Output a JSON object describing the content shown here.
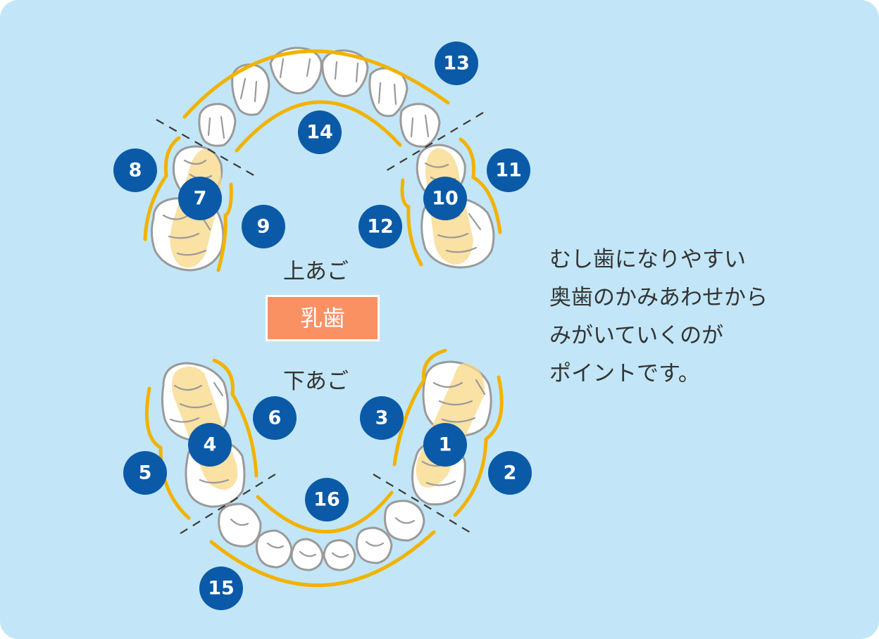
{
  "labels": {
    "upper_jaw": "上あご",
    "lower_jaw": "下あご",
    "primary_teeth": "乳歯"
  },
  "note_lines": [
    "むし歯になりやすい",
    "奥歯のかみあわせから",
    "みがいていくのが",
    "ポイントです。"
  ],
  "markers": [
    "1",
    "2",
    "3",
    "4",
    "5",
    "6",
    "7",
    "8",
    "9",
    "10",
    "11",
    "12",
    "13",
    "14",
    "15",
    "16"
  ],
  "colors": {
    "background": "#c2e6f7",
    "marker": "#0a5aa8",
    "guide_arc": "#f2b200",
    "molar_highlight": "#f8d98a",
    "label_badge": "#fa9163"
  }
}
